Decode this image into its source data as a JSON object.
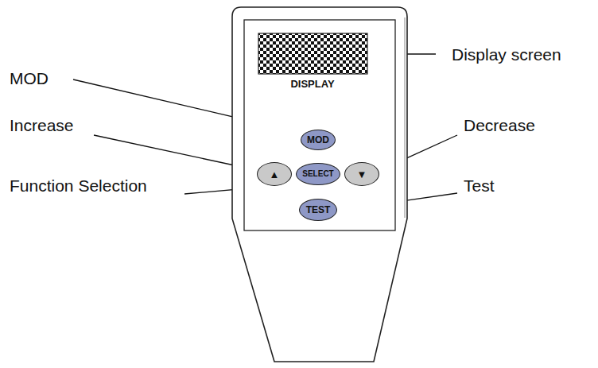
{
  "diagram": {
    "nodes": [
      {
        "text": [
          "DISPLAY"
        ]
      },
      {
        "text": [
          "MOD"
        ],
        "in": 0
      },
      {
        "text": [
          "▲"
        ],
        "in": 0
      },
      {
        "text": [
          "SELECT"
        ],
        "in": 0
      },
      {
        "text": [
          "▼"
        ],
        "in": 0
      },
      {
        "text": [
          "TEST"
        ],
        "in": 0
      }
    ],
    "labels": [
      "Display screen",
      "MOD",
      "Increase",
      "Decrease",
      "Function Selection",
      "Test"
    ]
  }
}
